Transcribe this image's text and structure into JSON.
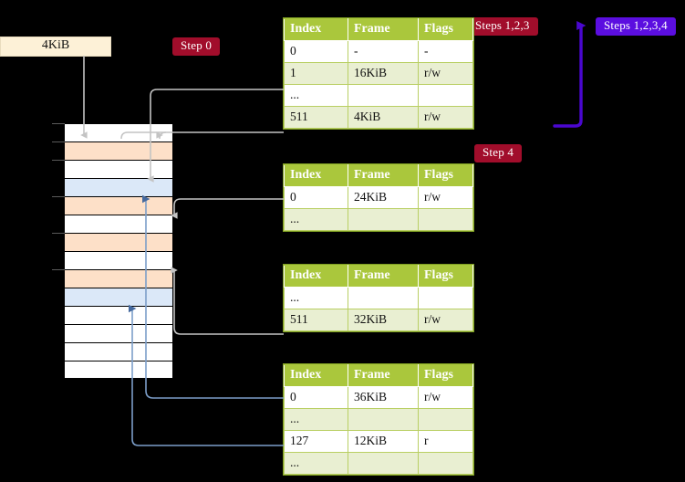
{
  "labels": {
    "block_4kib": "4KiB",
    "step0": "Step 0",
    "step4": "Step 4",
    "steps123": "Steps 1,2,3",
    "steps1234": "Steps 1,2,3,4"
  },
  "colors": {
    "header_green": "#aac73c",
    "row_alt": "#e9efd2",
    "highlight_yellow": "#fbfab0",
    "badge_red": "#a10d2b",
    "badge_purple": "#5b0ee0",
    "mem_orange": "#fde0c8",
    "mem_blue": "#dbe8f8",
    "connector_grey": "#bdbdbd",
    "connector_blue": "#7c9ec9",
    "box_cream": "#fdf1d7"
  },
  "table_columns": [
    "Index",
    "Frame",
    "Flags"
  ],
  "tables": [
    {
      "name": "pml4-table",
      "rows": [
        {
          "cells": [
            "0",
            "-",
            "-"
          ],
          "alt": false,
          "highlight": false
        },
        {
          "cells": [
            "1",
            "16KiB",
            "r/w"
          ],
          "alt": true,
          "highlight": false
        },
        {
          "cells": [
            "...",
            "",
            ""
          ],
          "alt": false,
          "highlight": false
        },
        {
          "cells": [
            "511",
            "4KiB",
            "r/w"
          ],
          "alt": true,
          "highlight": true
        }
      ]
    },
    {
      "name": "pdp-table",
      "rows": [
        {
          "cells": [
            "0",
            "24KiB",
            "r/w"
          ],
          "alt": false,
          "highlight": false
        },
        {
          "cells": [
            "...",
            "",
            ""
          ],
          "alt": true,
          "highlight": false
        }
      ]
    },
    {
      "name": "pd-table",
      "rows": [
        {
          "cells": [
            "...",
            "",
            ""
          ],
          "alt": false,
          "highlight": false
        },
        {
          "cells": [
            "511",
            "32KiB",
            "r/w"
          ],
          "alt": true,
          "highlight": false
        }
      ]
    },
    {
      "name": "pt-table",
      "rows": [
        {
          "cells": [
            "0",
            "36KiB",
            "r/w"
          ],
          "alt": false,
          "highlight": false
        },
        {
          "cells": [
            "...",
            "",
            ""
          ],
          "alt": true,
          "highlight": false
        },
        {
          "cells": [
            "127",
            "12KiB",
            "r"
          ],
          "alt": false,
          "highlight": false
        },
        {
          "cells": [
            "...",
            "",
            ""
          ],
          "alt": true,
          "highlight": false
        }
      ]
    }
  ],
  "memory_rows": [
    {
      "fill": "white",
      "tick": true
    },
    {
      "fill": "orange",
      "tick": true
    },
    {
      "fill": "white",
      "tick": true
    },
    {
      "fill": "blue",
      "tick": false
    },
    {
      "fill": "orange",
      "tick": true
    },
    {
      "fill": "white",
      "tick": false
    },
    {
      "fill": "orange",
      "tick": true
    },
    {
      "fill": "white",
      "tick": false
    },
    {
      "fill": "orange",
      "tick": true
    },
    {
      "fill": "blue",
      "tick": false
    },
    {
      "fill": "white",
      "tick": false
    },
    {
      "fill": "white",
      "tick": false
    },
    {
      "fill": "white",
      "tick": false
    },
    {
      "fill": "white",
      "tick": false
    }
  ]
}
